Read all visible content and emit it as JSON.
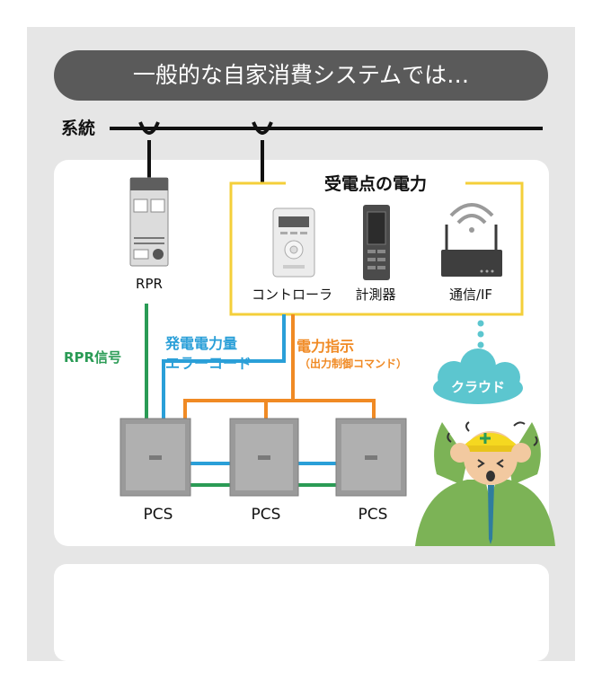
{
  "banner": {
    "text": "一般的な自家消費システムでは…"
  },
  "grid": {
    "label": "系統"
  },
  "receiving_point": {
    "title": "受電点の電力"
  },
  "devices": {
    "rpr": "RPR",
    "controller": "コントローラ",
    "meter": "計測器",
    "comm": "通信/IF"
  },
  "signals": {
    "rpr_signal": "RPR信号",
    "gen_error_line1": "発電電力量",
    "gen_error_line2": "エラーコード",
    "power_cmd": "電力指示",
    "power_cmd_sub": "（出力制御コマンド）"
  },
  "cloud": {
    "label": "クラウド"
  },
  "pcs": [
    "PCS",
    "PCS",
    "PCS"
  ],
  "colors": {
    "green": "#2a9b55",
    "blue": "#2a9fd8",
    "orange": "#f08a24",
    "box_border": "#f4cf3a",
    "cloud": "#5cc6cf",
    "banner": "#5a5a5a"
  }
}
